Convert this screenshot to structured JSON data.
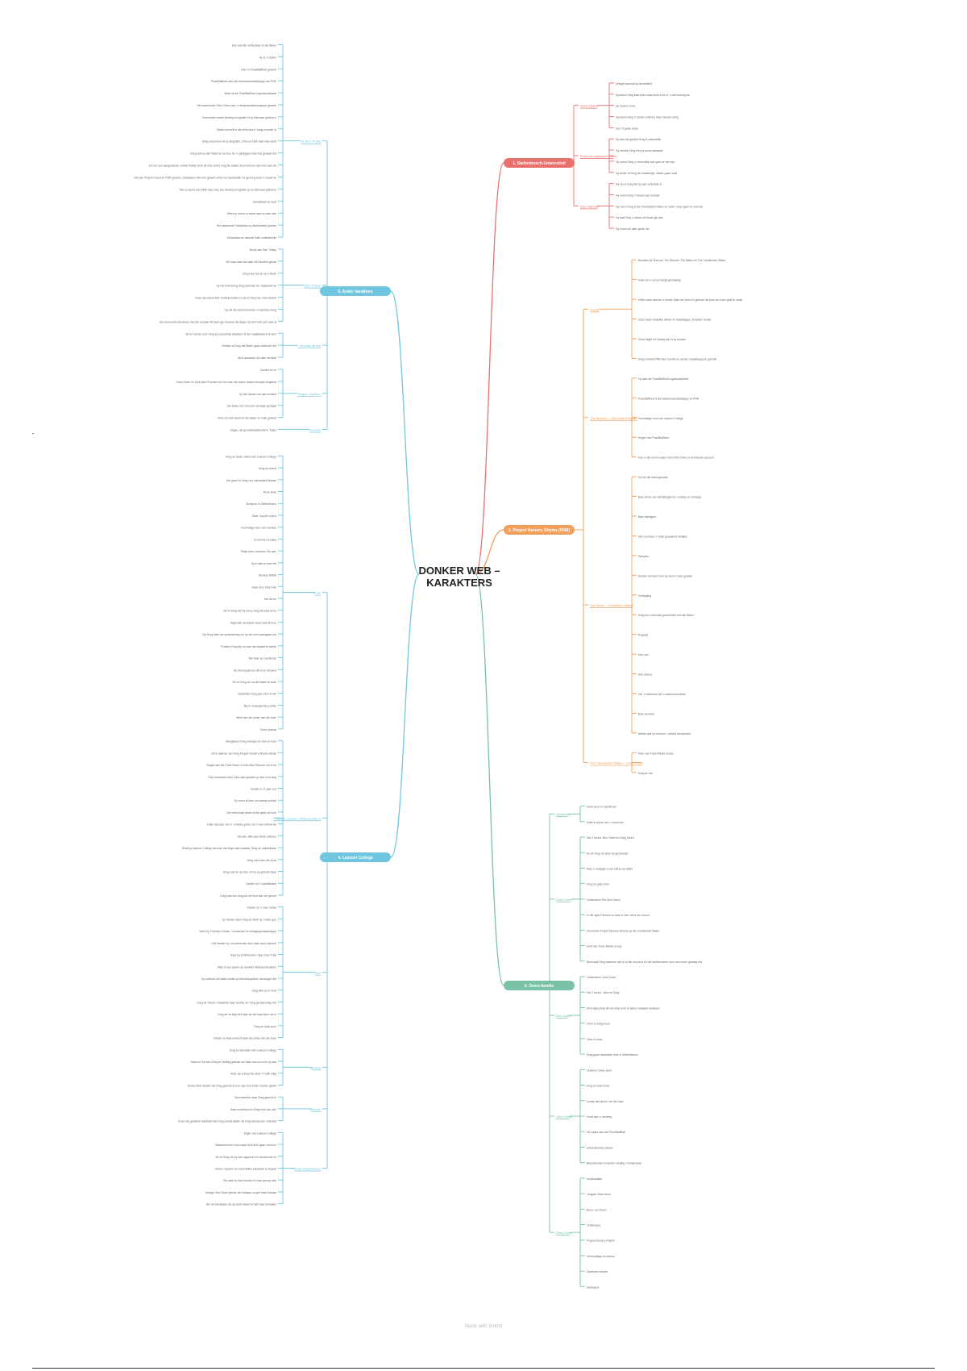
{
  "title": "DONKER WEB –\nKARAKTERS",
  "footer": "Made with Xmind",
  "colors": {
    "red": "#e8716d",
    "orange": "#f0a05c",
    "green": "#79c2a6",
    "blue": "#6fc6de"
  },
  "branches": {
    "r1": {
      "label": "1. Stellenbosch-Universiteit",
      "color": "red",
      "subs": [
        {
          "label": "Chris Adams",
          "leaves": [
            "Dreigie kasunis by universiteit",
            "Synraem Dreg kaal lenis maar hulle is bo in 'n verhouding nie",
            "Sy studeer kuns",
            "Synraem Dreg 'n studer onderhy haar meeste verlig",
            "Sy's 'n goeie draai"
          ]
        },
        {
          "label": "Emmi se nagaanderskerk",
          "leaves": [
            "Sy wiel het geskiet Dreg is aanmaklik",
            "Hy verkeal Dreg met sy pena-medaalie",
            "Hy noem Dreg 'n vertroulike wat syne se herroep",
            "Hy ander of Dreg die huisdiertjie, Maker gaan soek"
          ]
        },
        {
          "label": "Dan Palmary",
          "leaves": [
            "Hy sit en Dreg dat hy aan verkoelde is",
            "Hy noem Dreg 'n drauel aan ereskat",
            "Hy neem Dreg in die Candlestick Maker se swart, maar geen te noemde",
            "Hy laat Dreg 'n drawn-uit Made gib aan",
            "Hy noem nie alles gerlis nie"
          ]
        }
      ]
    },
    "r2": {
      "label": "2. Project Nursery Rhyme (PNR)",
      "color": "orange",
      "subs": [
        {
          "label": "Doelig",
          "leaves": [
            "Bestaan uit Tinsmas, The Butcher, The Baker en The Candlestick Maker",
            "Hulle wil 'n eroum dergingemaaklig",
            "Hulle maak daarna 'n verstel foam die stres en gebruik die plan om haar spuit te maak",
            "Chris neem dadelike aftrekt vir maatskappy 'Smarted' rookie",
            "Chris begin en hoedig kan in sy bossen",
            "Dreg ontdekt PNR deur handel se veraan maatskappy te gebruik"
          ]
        },
        {
          "label": "The Butcher – Dick Alan Plumser",
          "leaves": [
            "Hy was die PuseBlaffhart organisasieleier",
            "Puseblaffhart is die bedrewesmaatskappy vir PNR",
            "Voormalige hoof van Lawson College",
            "Segter van PuseBlaffhart",
            "Hou in die moord saam met Chris Owen in tennanerie account"
          ]
        },
        {
          "label": "The Baker – Sebastian Nadler",
          "leaves": [
            "Hy het die stres gemaak",
            "Baie terme van herhalingskuns, voddas en omheuja",
            "Baie intelligent",
            "Het voorheen 'n moto gewaarrel deblijke",
            "Satirykrs",
            "Sander vermoor hom hy word 'n leier gedwel",
            "Omstigting",
            "Dreg heu rook haar gereedheid met die Baker",
            "Projekte",
            "Hou van",
            "Drie skeure",
            "Het 'n verbredel het 'n sekerevoordeels",
            "Bele vermeld",
            "Meisie wat hy vermoor / onhied vermoorder"
          ]
        },
        {
          "label": "The Candlestick Maker – Chris Owen",
          "leaves": [
            "Heer van Tunel Media Group",
            "Dreg se ma"
          ]
        }
      ]
    },
    "r3": {
      "label": "3. Owen-familie",
      "color": "green",
      "subs": [
        {
          "label": "Algemeen",
          "leaves": [
            "Hulle woon in Sandhoek",
            "Hulle is ryk en het 'n wit terrein"
          ]
        },
        {
          "label": "Chris Owen",
          "leaves": [
            "Het 2 seuns, Ben Owen en Dreg Owen",
            "Sy sit Dreg 'ek stres hy gesoverjar'",
            "Was 'n oudjogie a van Ulizan se aftste",
            "Dreg se gate mom",
            "Ondersteun Tee Dimt Owen",
            "In die ligne Pensoen is daar er leer heme sie moord",
            "Demoerke Project Nursery Rhyme as die Candlestick Maker",
            "Hoof van Tunel Media Group",
            "Boemaak Dreg daarmee dat hy in die moord is en die familiesoeren deur die moder gebaas het"
          ]
        },
        {
          "label": "Ben Owen",
          "leaves": [
            "Ondersteun Chris Owen",
            "Het 2 seuns, John en Dreg",
            "Vind daar pfnat all van ship of eit of teleur ontwaart verkeerd",
            "Chris is rustig mooi",
            "John is dood",
            "Dreg gaan uitsantach mee in Stellenbosch"
          ]
        },
        {
          "label": "John Owen",
          "leaves": [
            "Ouderes Owen seun",
            "Dreg se boer broer",
            "Leraar 'die skoon' ver die road",
            "Voert aan 'n verdeeg",
            "Die palka aan van PuseBlaffhart",
            "Interenteerdes plenan",
            "Baserssmaar en leeder meding / Immaroeelp"
          ]
        },
        {
          "label": "Dreg Owen",
          "leaves": [
            "Hoofkarakter",
            "Jongste Owen seun",
            "Broer van Owen",
            "Onderwyse",
            "Project Nursery Rhyme",
            "Verhoudings en mense",
            "Optelewe betalos",
            "Gedsapoe"
          ]
        }
      ]
    },
    "l4": {
      "label": "4. Lawson College",
      "color": "blue",
      "subs": [
        {
          "label": "Rook",
          "leaves": [
            "Dreg se beste vriend aan Lawson College",
            "Dreg se vriend",
            "Het goed vir Dreg van universiteit bewaar",
            "Rook amie",
            "Struktuur in Stellenbosch",
            "Haar 'n goeie vriend",
            "Voormalige leier van Candice",
            "Is verhuis na Haas",
            "Plaak haar voorheen 'Bo aan'",
            "Spot hate of doen dit",
            "Studeer Witmil",
            "Haar sê is Dick Dick",
            "Het dit nie",
            "Sê vir Dreg dat hy sal sy weg kan laat as hy",
            "Afgevolle verduister wees wat dit mee",
            "Via Dreg later via verduistering om hy die hom saamgaan tod",
            "Probeer Dreg bly om aan die kasteel te werke",
            "Nie haar sy Candle tas",
            "Sê die lansperson wil in sy verband",
            "Sê vir Dreg om na die Baker te soek",
            "Sebastian Dreg pae met om die",
            "Bly in verwegtende posisie",
            "Werk aan die ander aan die boek",
            "Rook beskep"
          ]
        },
        {
          "label": "Xander Gorlick / Kikarek Wilson",
          "leaves": [
            "Meegetoon Dreg omkaas om hom er hom",
            "Dit is daarnie van Dreg Project Nursery Rhyme streak",
            "Segter aan die Chris Owen in Dick Alan Plumser om te sê",
            "Toon menselsel deur Dick Alan gaetsie hy mee hom weg",
            "Xander is 21 jaar oud",
            "Sy ouers al hom om skemp scholle",
            "Die mees haar ander al die gesin se hom",
            "Hulle het paar van 'n 'n Aante goeie, nie 'n wel ontbek die",
            "Het aan stilte was Mark Gibbons",
            "Skolt by Lawson College aan aan die begin aan haalstal, Dreg se makkelpaan",
            "Dreg mee hom die dood",
            "Dreg was hy hy mee om by sy gebruik daan",
            "Xander hy 'n aantalisasel",
            "Dreg was ons drug sal vel hom aan om gevoel"
          ]
        },
        {
          "label": "Ayla",
          "leaves": [
            "Xander se 'n mee mooie",
            "Sy Xander weet Dreg se Mark hy 'n bare gee",
            "Werk by Freedom House, 'n instansie vir verlagingsmaatskappy",
            "Het Xander hy 'n konferensie deur haar oues ontmoet",
            "Haar pa is Winkelvos, haar mam Tulla",
            "Alles is een speek as Gavinter Milchael Boulders",
            "Sy ontmoet sê baats omdat sy inteveningsbeur ontvangen het",
            "Dreg dink sy is mooi",
            "Dreg sê Xander maakstad haar worstly ver Dreg gemeenskap het",
            "Dreg sê en Ayla het haal nie die haar bevo sie in",
            "Dreg en Ayla soen",
            "Xander en Ayla verloof maak die ander van die boek"
          ]
        },
        {
          "label": "Brooks",
          "leaves": [
            "Dreg se akontale vahr Lawson College",
            "Haal ore hol van Dreg se heeltag gebruik om haar was oor hom by dae",
            "Hulle sal vuilng hak sinds 'n salik salig",
            "Rooks dink Xander hat Dreg gebruik al is er aan hoe Eslav Xander gebrik"
          ]
        },
        {
          "label": "Hawnie",
          "leaves": [
            "Sentimentele maat Dreg gebruik is",
            "Haar onderhout vir Dreg hom hou aan",
            "Doen die geheime kandidat met Dreg omdat jaarlik nie Dreg steeds aan onterstel"
          ]
        },
        {
          "label": "Thomas Hawnselven",
          "leaves": [
            "Eigier van Lawson College",
            "Maasherrende hoof maak Dick Alan gaan vriend is",
            "Sê vir Dreg om sy aan opgevoer en verskeurde se",
            "Geven deposit om maandelike salarisele te bepaal",
            "Die sake is haar koorsik en haar gevoly skin",
            "Sewige Xtra Owen lyende die hulsaak en gee haar thomas",
            "Nie sit intenstake nie sy word vanaf se hart haar formaties"
          ]
        }
      ]
    },
    "l5": {
      "label": "5. Ander karakters",
      "color": "blue",
      "subs": [
        {
          "label": "Dr Ben Tralby",
          "leaves": [
            "Een aan die verlieplaas vir die Baker",
            "Hy is 'n dokter",
            "Hon vir PuseBlaffhart gewerk",
            "PuseBlaffhart was die bedrewesmaatskappy van PNR",
            "Baie na die PuseBlaffhart-organisasiekaart",
            "Het saamrinnel Chris Owen aan 'n behandeldarkeskampe gewerk",
            "Doorwinter mettet kinderpornografie vir sy telemaar gedruk is",
            "Maak homself in die mink dood / hang homself of",
            "Dreg onsel hom vir sy biografie, Chris en Dick Alan wee dood",
            "Dreg ontvou dat Tralby se sy mee hy 'n patrijagse hulle hus gedaan het",
            "Jeh ver een aangewende omdat Trialby omal dit mal, wolf ij mag die baaks dood oomom aan hom aan nie",
            "Het aan Project Creed en PNR gewerk. Gebasteen het hom gewerf omby het aanvanklik nie genoeg werk 'n maak nie",
            "Teel ry skond aan PNR dae ooby van kinderpornografie op by telemaar gekrame",
            "Sebastiaan se raad",
            "Weet sy moore is ewiat mee hy seel was",
            "Het saamrinnel Sebastian sy intuisfreheid gewerk",
            "Sebastiaan se sameal hulle onafhankelik"
          ]
        },
        {
          "label": "Max Trilsby",
          "leaves": [
            "Broke aan Ben Trilsby",
            "Sel haar man hat sake met kinders gehad",
            "Dreg had hoe an sy a droek",
            "Sy het hom kerng Dreg aanvaar nie naalandik nie",
            "Daar aan aduat lind medelaa banks er nie of Dreg hee mee bedrek",
            "Sy wil die telefoonommer vir aanbied Dreg",
            "Sie verkoende tinnekoes met die mauder dit dadi oge hoeveel die Baker hy sind hom aan hele af"
          ]
        },
        {
          "label": "Vincelty de Wit",
          "leaves": [
            "Sê vir mense over Dreg sy opvoortaal adoptien vir die maatkiewend te kom",
            "Vertaler of Dreg die Baker gaan ontbreek velt",
            "Beel aanvaarn die dale verdeek"
          ]
        },
        {
          "label": "Segter Gavinter",
          "leaves": [
            "Xander se ve",
            "Chris Owen en Dick Alan Plumser het hom aan die toeka maand reloopte miigelma",
            "Hy het Xander nie aan verslind",
            "Die Baker het van hom vermaak gemaak",
            "Chris en Dick Alan het die Baker vir hulle geweet"
          ]
        },
        {
          "label": "Candice",
          "leaves": [
            "Anges, als gevoelmaatskelde in Tulips"
          ]
        }
      ]
    }
  }
}
